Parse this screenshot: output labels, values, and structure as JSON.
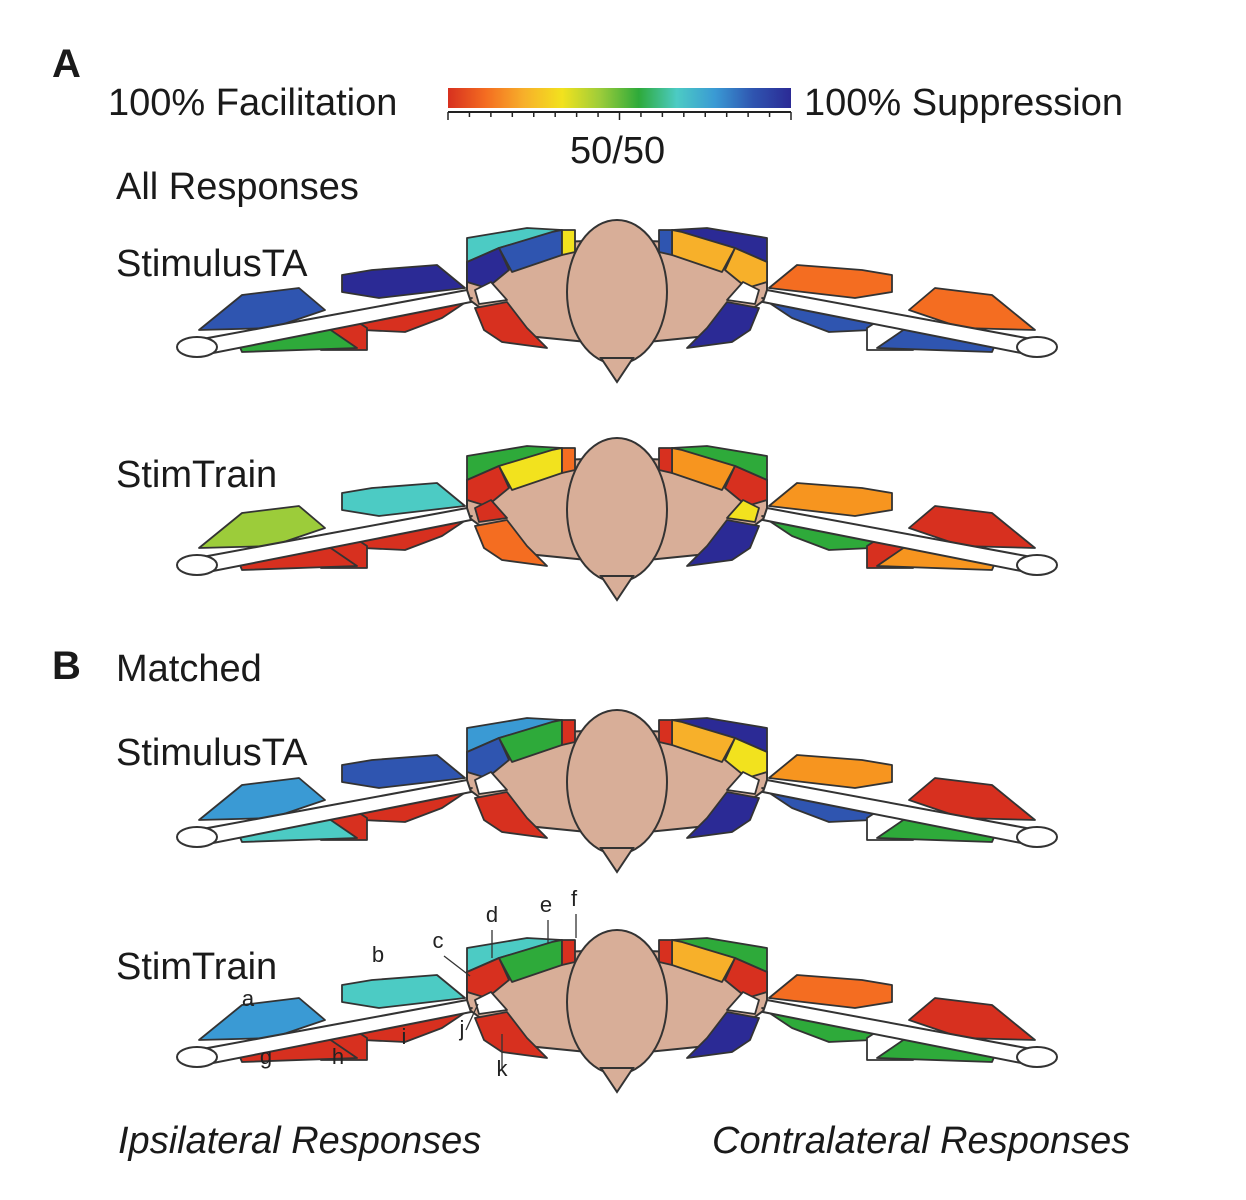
{
  "panel_a_letter": "A",
  "panel_b_letter": "B",
  "scale": {
    "left_label": "100% Facilitation",
    "right_label": "100% Suppression",
    "mid_label": "50/50",
    "colors": [
      "#d7301f",
      "#f46d21",
      "#f7b02a",
      "#f2e21e",
      "#9ccc3a",
      "#2eaa3a",
      "#4ccbc4",
      "#3a9ad4",
      "#2f55b0",
      "#2b2a95"
    ]
  },
  "section_a_title": "All Responses",
  "section_b_title": "Matched",
  "row_labels": {
    "a_stim": "StimulusTA",
    "a_train": "StimTrain",
    "b_stim": "StimulusTA",
    "b_train": "StimTrain"
  },
  "body_color": "#d8ae98",
  "segment_letters": [
    "a",
    "b",
    "c",
    "d",
    "e",
    "f",
    "g",
    "h",
    "i",
    "j",
    "k"
  ],
  "footer": {
    "left": "Ipsilateral Responses",
    "right": "Contralateral Responses"
  },
  "maps": [
    {
      "L": {
        "a": "#2f55b0",
        "b": "#2b2a95",
        "c": "#2b2a95",
        "d": "#4ccbc4",
        "e": "#2f55b0",
        "f": "#f2e21e",
        "g": "#2eaa3a",
        "h": "#d7301f",
        "i": "#d7301f",
        "j": "#ffffff",
        "k": "#d7301f"
      },
      "R": {
        "a": "#f46d21",
        "b": "#f46d21",
        "c": "#f7b02a",
        "d": "#2b2a95",
        "e": "#f7b02a",
        "f": "#2f55b0",
        "g": "#2f55b0",
        "h": "#ffffff",
        "i": "#2f55b0",
        "j": "#ffffff",
        "k": "#2b2a95"
      }
    },
    {
      "L": {
        "a": "#9ccc3a",
        "b": "#4ccbc4",
        "c": "#d7301f",
        "d": "#2eaa3a",
        "e": "#f2e21e",
        "f": "#f46d21",
        "g": "#d7301f",
        "h": "#d7301f",
        "i": "#d7301f",
        "j": "#d7301f",
        "k": "#f46d21"
      },
      "R": {
        "a": "#d7301f",
        "b": "#f7951f",
        "c": "#d7301f",
        "d": "#2eaa3a",
        "e": "#f7951f",
        "f": "#d7301f",
        "g": "#f7951f",
        "h": "#d7301f",
        "i": "#2eaa3a",
        "j": "#f2e21e",
        "k": "#2b2a95"
      }
    },
    {
      "L": {
        "a": "#3a9ad4",
        "b": "#2f55b0",
        "c": "#2f55b0",
        "d": "#3a9ad4",
        "e": "#2eaa3a",
        "f": "#d7301f",
        "g": "#4ccbc4",
        "h": "#d7301f",
        "i": "#d7301f",
        "j": "#ffffff",
        "k": "#d7301f"
      },
      "R": {
        "a": "#d7301f",
        "b": "#f7951f",
        "c": "#f2e21e",
        "d": "#2b2a95",
        "e": "#f7b02a",
        "f": "#d7301f",
        "g": "#2eaa3a",
        "h": "#ffffff",
        "i": "#2f55b0",
        "j": "#ffffff",
        "k": "#2b2a95"
      }
    },
    {
      "L": {
        "a": "#3a9ad4",
        "b": "#4ccbc4",
        "c": "#d7301f",
        "d": "#4ccbc4",
        "e": "#2eaa3a",
        "f": "#d7301f",
        "g": "#d7301f",
        "h": "#d7301f",
        "i": "#d7301f",
        "j": "#ffffff",
        "k": "#d7301f"
      },
      "R": {
        "a": "#d7301f",
        "b": "#f46d21",
        "c": "#d7301f",
        "d": "#2eaa3a",
        "e": "#f7b02a",
        "f": "#d7301f",
        "g": "#2eaa3a",
        "h": "#ffffff",
        "i": "#2eaa3a",
        "j": "#ffffff",
        "k": "#2b2a95"
      }
    }
  ]
}
